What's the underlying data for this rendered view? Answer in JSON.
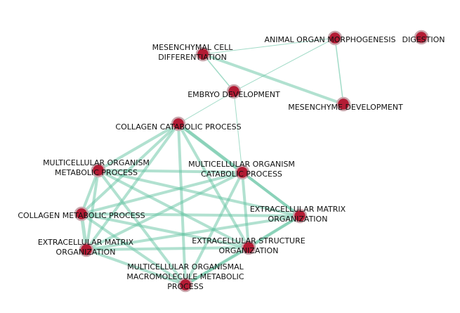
{
  "colors": {
    "node": "#b31b34",
    "node_border": "#c9a7ad",
    "edge": "#63c3a2",
    "label": "#111111",
    "background": "#ffffff"
  },
  "nodes": [
    {
      "id": "animal_organ",
      "label": [
        "ANIMAL ORGAN MORPHOGENESIS"
      ]
    },
    {
      "id": "digestion",
      "label": [
        "DIGESTION"
      ]
    },
    {
      "id": "mesenchymal_cell",
      "label": [
        "MESENCHYMAL CELL",
        "DIFFERENTIATION"
      ]
    },
    {
      "id": "embryo_dev",
      "label": [
        "EMBRYO DEVELOPMENT"
      ]
    },
    {
      "id": "mesenchyme_dev",
      "label": [
        "MESENCHYME DEVELOPMENT"
      ]
    },
    {
      "id": "collagen_cat",
      "label": [
        "COLLAGEN CATABOLIC PROCESS"
      ]
    },
    {
      "id": "mc_org_metabolic",
      "label": [
        "MULTICELLULAR ORGANISM",
        "METABOLIC PROCESS"
      ]
    },
    {
      "id": "mc_org_catabolic",
      "label": [
        "MULTICELLULAR ORGANISM",
        "CATABOLIC PROCESS"
      ]
    },
    {
      "id": "collagen_met",
      "label": [
        "COLLAGEN METABOLIC PROCESS"
      ]
    },
    {
      "id": "ecm_org_right",
      "label": [
        "EXTRACELLULAR MATRIX",
        "ORGANIZATION"
      ]
    },
    {
      "id": "ecm_org_left",
      "label": [
        "EXTRACELLULAR MATRIX",
        "ORGANIZATION"
      ]
    },
    {
      "id": "ecs_org",
      "label": [
        "EXTRACELLULAR STRUCTURE",
        "ORGANIZATION"
      ]
    },
    {
      "id": "mc_macro",
      "label": [
        "MULTICELLULAR ORGANISMAL",
        "MACROMOLECULE METABOLIC",
        "PROCESS"
      ]
    }
  ],
  "edges": [
    {
      "source": "animal_organ",
      "target": "mesenchymal_cell",
      "weight": 1
    },
    {
      "source": "animal_organ",
      "target": "embryo_dev",
      "weight": 1
    },
    {
      "source": "animal_organ",
      "target": "mesenchyme_dev",
      "weight": 1.5
    },
    {
      "source": "mesenchymal_cell",
      "target": "mesenchyme_dev",
      "weight": 4
    },
    {
      "source": "mesenchymal_cell",
      "target": "embryo_dev",
      "weight": 1.5
    },
    {
      "source": "embryo_dev",
      "target": "collagen_cat",
      "weight": 1
    },
    {
      "source": "embryo_dev",
      "target": "mc_org_catabolic",
      "weight": 1
    },
    {
      "source": "collagen_cat",
      "target": "mc_org_metabolic",
      "weight": 4
    },
    {
      "source": "collagen_cat",
      "target": "mc_org_catabolic",
      "weight": 5
    },
    {
      "source": "collagen_cat",
      "target": "collagen_met",
      "weight": 4
    },
    {
      "source": "collagen_cat",
      "target": "ecm_org_right",
      "weight": 4
    },
    {
      "source": "collagen_cat",
      "target": "ecm_org_left",
      "weight": 4
    },
    {
      "source": "collagen_cat",
      "target": "ecs_org",
      "weight": 4
    },
    {
      "source": "collagen_cat",
      "target": "mc_macro",
      "weight": 4
    },
    {
      "source": "mc_org_metabolic",
      "target": "mc_org_catabolic",
      "weight": 4
    },
    {
      "source": "mc_org_metabolic",
      "target": "collagen_met",
      "weight": 4
    },
    {
      "source": "mc_org_metabolic",
      "target": "ecm_org_right",
      "weight": 4
    },
    {
      "source": "mc_org_metabolic",
      "target": "ecm_org_left",
      "weight": 4
    },
    {
      "source": "mc_org_metabolic",
      "target": "ecs_org",
      "weight": 4
    },
    {
      "source": "mc_org_metabolic",
      "target": "mc_macro",
      "weight": 4
    },
    {
      "source": "mc_org_catabolic",
      "target": "collagen_met",
      "weight": 4
    },
    {
      "source": "mc_org_catabolic",
      "target": "ecm_org_right",
      "weight": 4
    },
    {
      "source": "mc_org_catabolic",
      "target": "ecm_org_left",
      "weight": 4
    },
    {
      "source": "mc_org_catabolic",
      "target": "ecs_org",
      "weight": 4
    },
    {
      "source": "mc_org_catabolic",
      "target": "mc_macro",
      "weight": 4
    },
    {
      "source": "collagen_met",
      "target": "ecm_org_right",
      "weight": 4
    },
    {
      "source": "collagen_met",
      "target": "ecm_org_left",
      "weight": 5
    },
    {
      "source": "collagen_met",
      "target": "ecs_org",
      "weight": 4
    },
    {
      "source": "collagen_met",
      "target": "mc_macro",
      "weight": 4
    },
    {
      "source": "ecm_org_right",
      "target": "ecm_org_left",
      "weight": 4
    },
    {
      "source": "ecm_org_right",
      "target": "ecs_org",
      "weight": 4
    },
    {
      "source": "ecm_org_right",
      "target": "mc_macro",
      "weight": 4
    },
    {
      "source": "ecm_org_left",
      "target": "ecs_org",
      "weight": 4
    },
    {
      "source": "ecm_org_left",
      "target": "mc_macro",
      "weight": 4
    },
    {
      "source": "ecs_org",
      "target": "mc_macro",
      "weight": 4
    }
  ]
}
